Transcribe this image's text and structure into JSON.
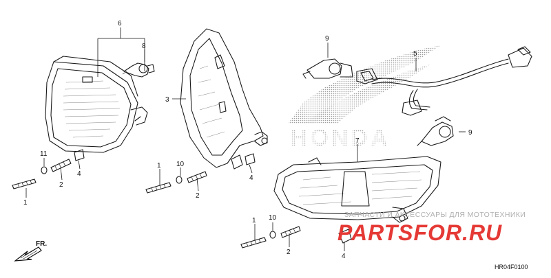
{
  "callouts": {
    "c1a": "1",
    "c1b": "1",
    "c1c": "1",
    "c2a": "2",
    "c2b": "2",
    "c2c": "2",
    "c3": "3",
    "c4a": "4",
    "c4b": "4",
    "c4c": "4",
    "c5": "5",
    "c6": "6",
    "c7": "7",
    "c8": "8",
    "c9a": "9",
    "c9b": "9",
    "c10a": "10",
    "c10b": "10",
    "c11": "11"
  },
  "brand_logo_text": "HONDA",
  "front_arrow_label": "FR.",
  "watermark": {
    "caption": "ЗАПЧАСТИ И АКСЕССУАРЫ ДЛЯ МОТОТЕХНИКИ",
    "logo": "PARTSFOR.RU",
    "color": "#e53935"
  },
  "diagram_code": "HR04F0100",
  "colors": {
    "line": "#1a1a1a",
    "logo_dots": "#9e9e9e"
  }
}
